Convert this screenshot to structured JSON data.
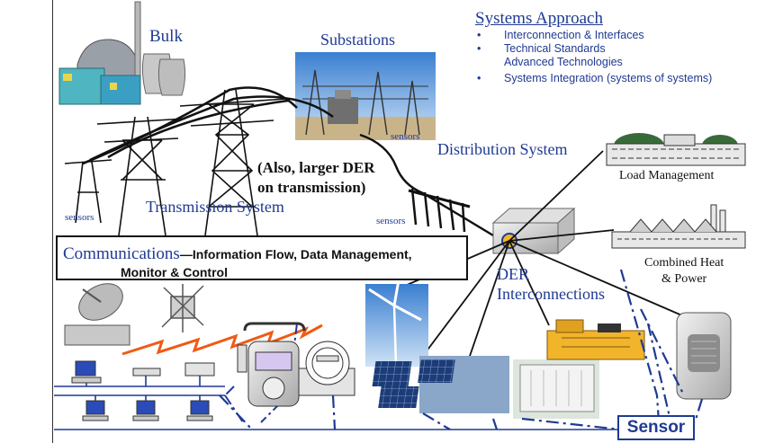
{
  "labels": {
    "bulk": "Bulk",
    "substations": "Substations",
    "sensors_substation": "sensors",
    "sensors_left": "sensors",
    "sensors_mid": "sensors",
    "distribution": "Distribution System",
    "transmission": "Transmission System",
    "larger_der": "(Also, larger DER\non transmission)",
    "load_management": "Load Management",
    "chp": "Combined Heat\n& Power",
    "der": "DER\nInterconnections",
    "communications_title": "Communications",
    "communications_desc": "—Information Flow, Data Management,",
    "communications_desc2": "Monitor & Control",
    "sensor": "Sensor"
  },
  "systems_approach": {
    "title": "Systems Approach",
    "items": [
      "Interconnection & Interfaces",
      "Technical Standards\nAdvanced Technologies",
      "Systems Integration (systems of systems)"
    ]
  },
  "colors": {
    "label_blue": "#1f3a93",
    "lightning": "#f05a14",
    "network_line": "#1f3a93",
    "bus_line": "#111111"
  },
  "icons": [
    "power-plant-icon",
    "substation-photo",
    "transmission-tower-icon",
    "distribution-pole-icon",
    "factory-icon",
    "office-building-icon",
    "der-hub-icon",
    "satellite-dish-icon",
    "satellite-icon",
    "computer-icon",
    "gas-meter-icon",
    "electric-meter-icon",
    "wind-turbine-photo",
    "solar-panel-photo",
    "generator-icon",
    "enclosure-photo",
    "fuel-cell-icon"
  ]
}
